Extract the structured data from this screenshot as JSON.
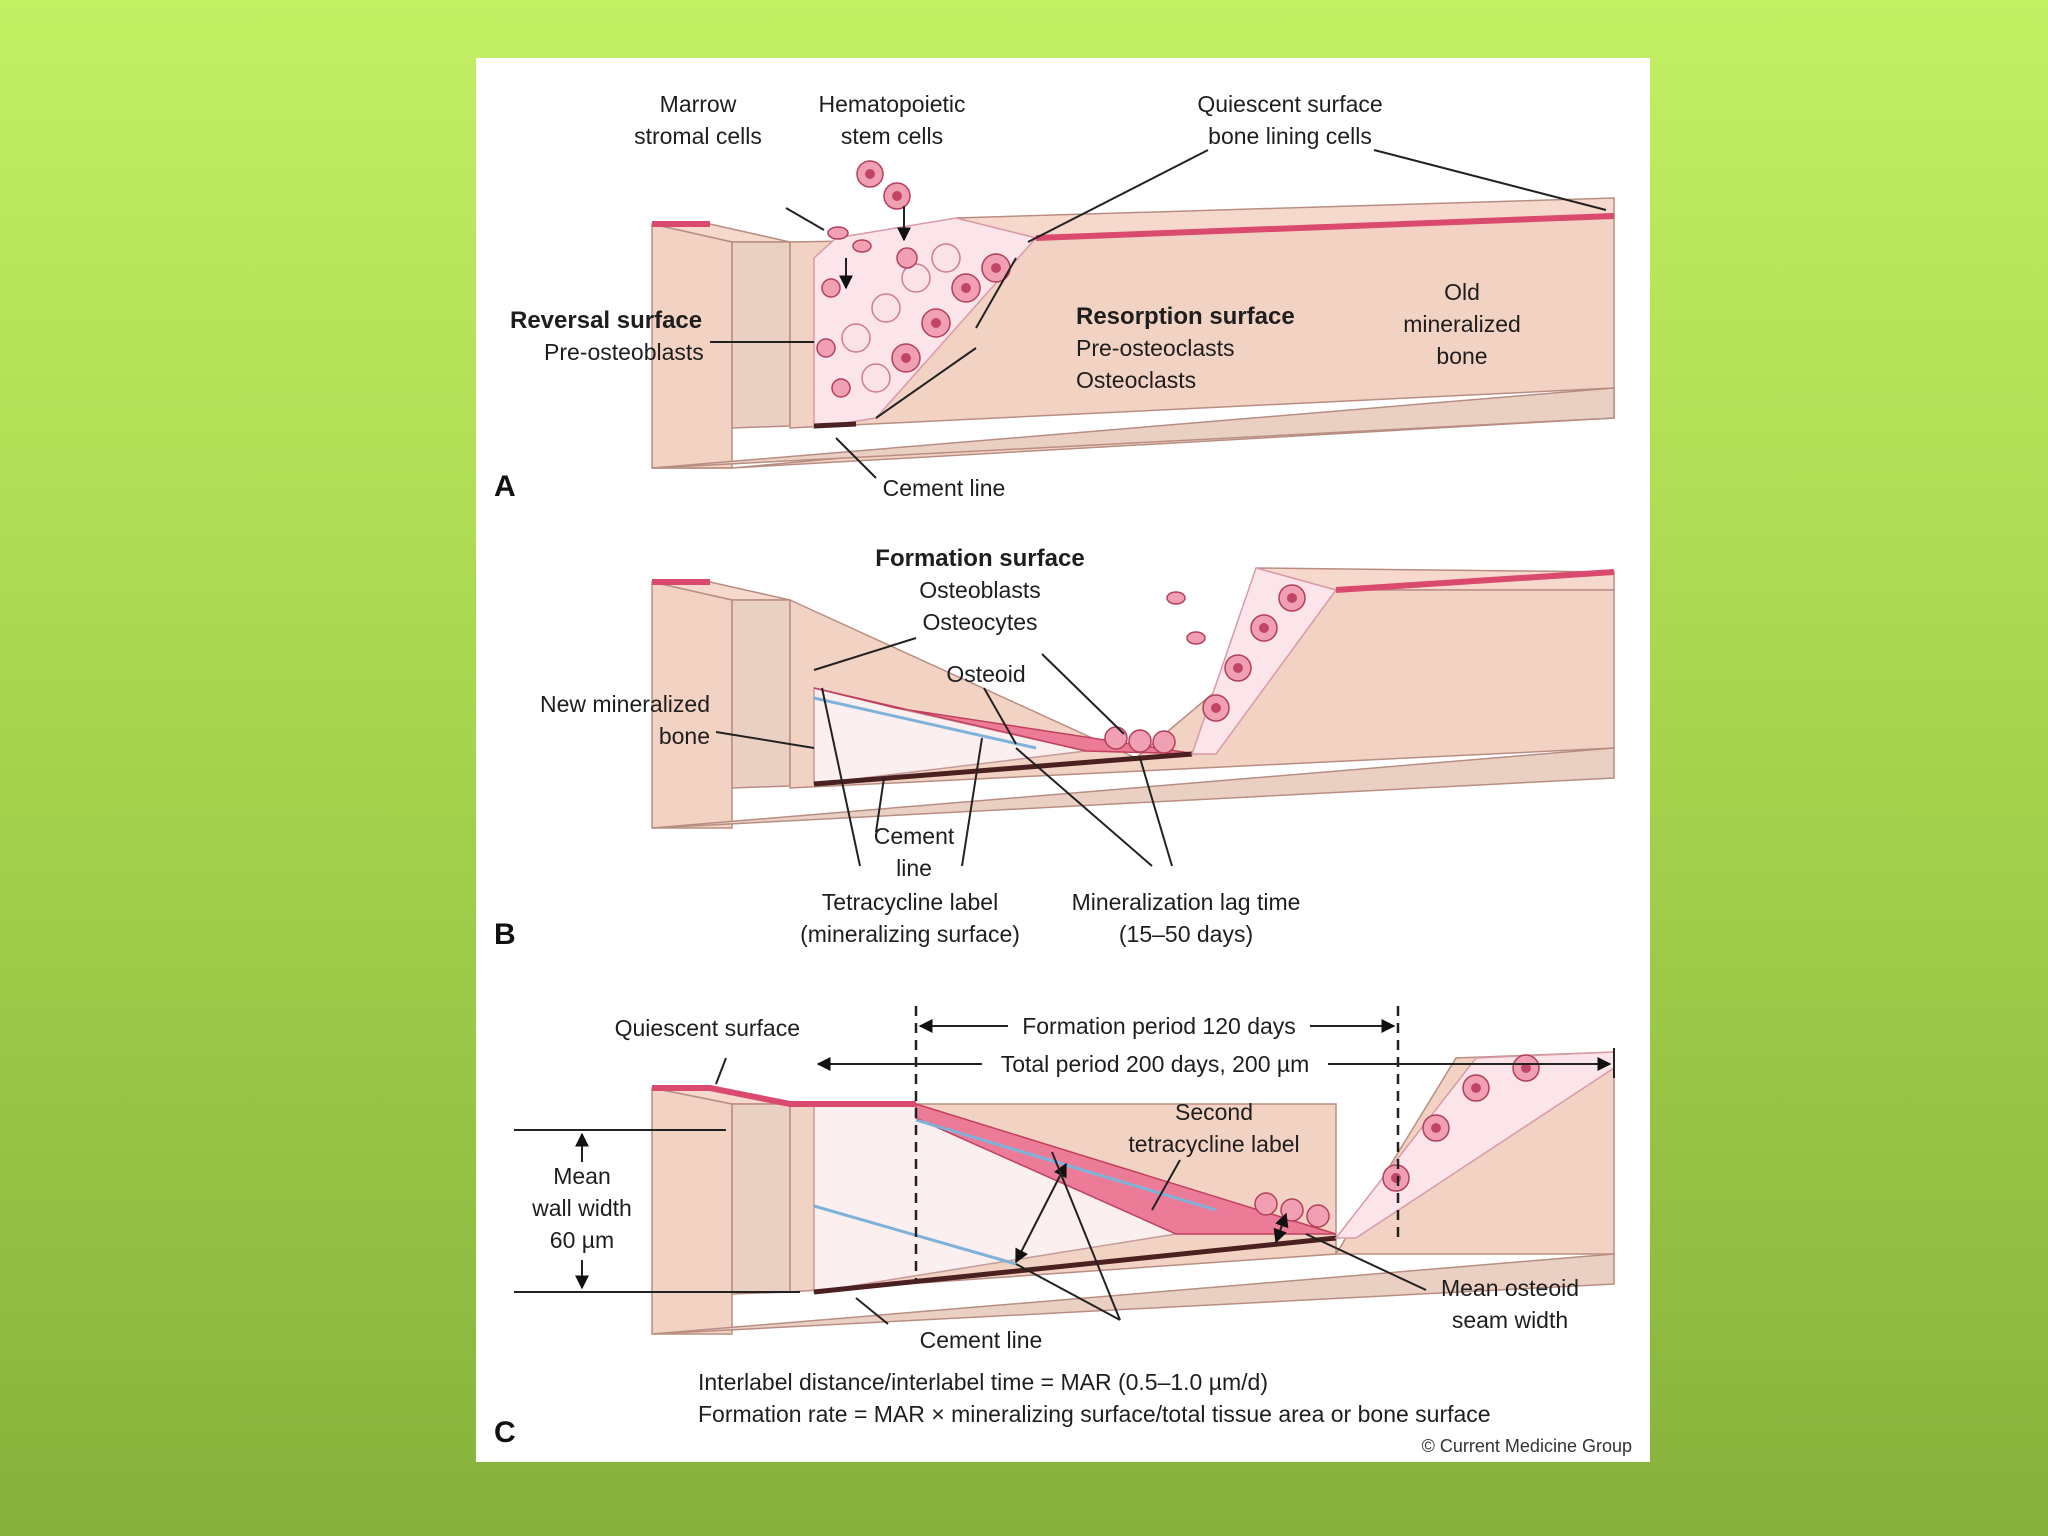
{
  "panels": {
    "a": {
      "letter": "A",
      "marrow_stromal": [
        "Marrow",
        "stromal cells"
      ],
      "hematopoietic": [
        "Hematopoietic",
        "stem cells"
      ],
      "quiescent": [
        "Quiescent surface",
        "bone lining cells"
      ],
      "reversal_title": "Reversal surface",
      "reversal_sub": "Pre-osteoblasts",
      "resorption_title": "Resorption surface",
      "resorption_sub1": "Pre-osteoclasts",
      "resorption_sub2": "Osteoclasts",
      "old_bone": [
        "Old",
        "mineralized",
        "bone"
      ],
      "cement_line": "Cement line"
    },
    "b": {
      "letter": "B",
      "formation_title": "Formation surface",
      "formation_sub1": "Osteoblasts",
      "formation_sub2": "Osteocytes",
      "osteoid": "Osteoid",
      "new_bone": [
        "New mineralized",
        "bone"
      ],
      "cement_line": [
        "Cement",
        "line"
      ],
      "tetracycline": [
        "Tetracycline label",
        "(mineralizing surface)"
      ],
      "lag_time": [
        "Mineralization lag time",
        "(15–50 days)"
      ]
    },
    "c": {
      "letter": "C",
      "quiescent": "Quiescent surface",
      "formation_period": "Formation period 120 days",
      "total_period": "Total period 200 days, 200 µm",
      "second_label": [
        "Second",
        "tetracycline label"
      ],
      "mean_wall": [
        "Mean",
        "wall width",
        "60 µm"
      ],
      "mean_osteoid": [
        "Mean osteoid",
        "seam width"
      ],
      "cement_line": "Cement line",
      "formula1": "Interlabel distance/interlabel time = MAR (0.5–1.0 µm/d)",
      "formula2": "Formation rate = MAR × mineralizing surface/total tissue area or bone surface"
    }
  },
  "copyright": "© Current Medicine Group"
}
